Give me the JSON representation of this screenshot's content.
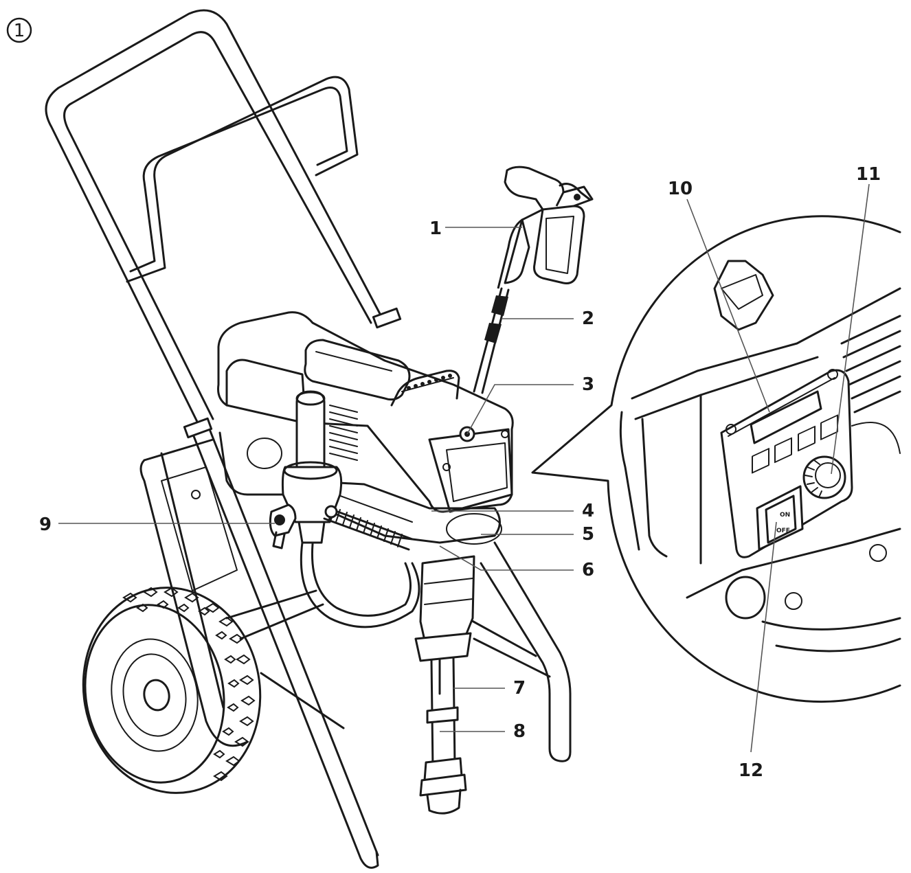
{
  "figure": {
    "number": "1"
  },
  "callouts": [
    {
      "id": "1",
      "label": "1"
    },
    {
      "id": "2",
      "label": "2"
    },
    {
      "id": "3",
      "label": "3"
    },
    {
      "id": "4",
      "label": "4"
    },
    {
      "id": "5",
      "label": "5"
    },
    {
      "id": "6",
      "label": "6"
    },
    {
      "id": "7",
      "label": "7"
    },
    {
      "id": "8",
      "label": "8"
    },
    {
      "id": "9",
      "label": "9"
    },
    {
      "id": "10",
      "label": "10"
    },
    {
      "id": "11",
      "label": "11"
    },
    {
      "id": "12",
      "label": "12"
    }
  ],
  "switch_labels": {
    "on": "ON",
    "off": "OFF"
  },
  "colors": {
    "line": "#1a1a1a",
    "background": "#ffffff"
  }
}
